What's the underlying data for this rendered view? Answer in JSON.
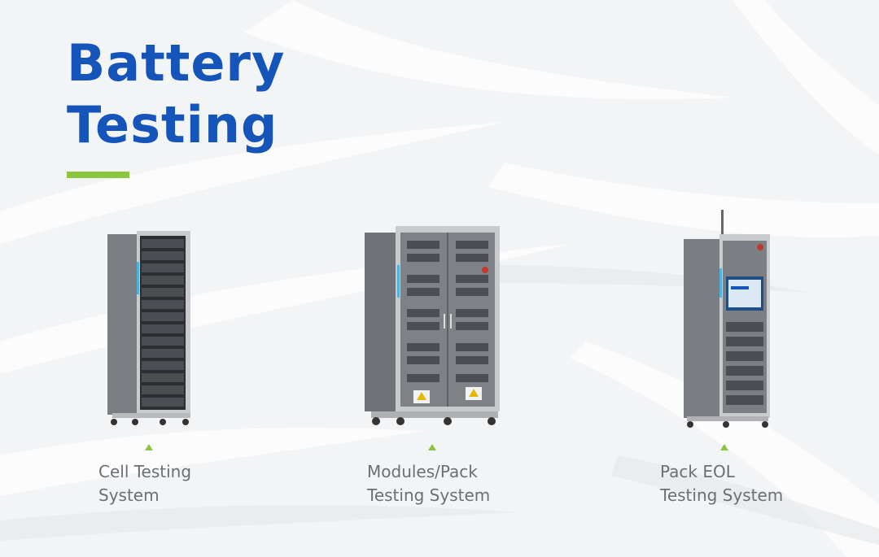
{
  "title": {
    "line1": "Battery",
    "line2": "Testing"
  },
  "colors": {
    "title": "#1554b8",
    "accent": "#8cc63f",
    "label": "#6b6f75",
    "cabinet": "#808489"
  },
  "products": [
    {
      "line1": "Cell Testing",
      "line2": "System",
      "icon": "cell-testing-rack"
    },
    {
      "line1": "Modules/Pack",
      "line2": "Testing System",
      "icon": "module-pack-cabinet"
    },
    {
      "line1": "Pack EOL",
      "line2": "Testing System",
      "icon": "pack-eol-tester"
    }
  ]
}
